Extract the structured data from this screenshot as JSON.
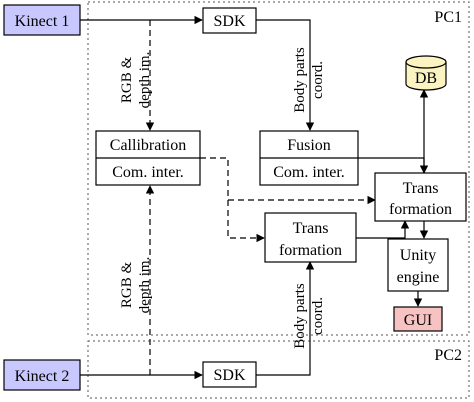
{
  "regions": {
    "pc1": {
      "label": "PC1"
    },
    "pc2": {
      "label": "PC2"
    }
  },
  "nodes": {
    "kinect1": {
      "label": "Kinect 1",
      "fill": "#c8c8ff"
    },
    "kinect2": {
      "label": "Kinect 2",
      "fill": "#c8c8ff"
    },
    "sdk_top": {
      "label": "SDK"
    },
    "sdk_bottom": {
      "label": "SDK"
    },
    "calibration": {
      "top": "Callibration",
      "bottom": "Com. inter."
    },
    "fusion": {
      "top": "Fusion",
      "bottom": "Com. inter."
    },
    "trans_mid": {
      "line1": "Trans",
      "line2": "formation"
    },
    "trans_right": {
      "line1": "Trans",
      "line2": "formation"
    },
    "unity": {
      "line1": "Unity",
      "line2": "engine"
    },
    "db": {
      "label": "DB",
      "fill": "#fbf3c0"
    },
    "gui": {
      "label": "GUI",
      "fill": "#f6c2c2"
    }
  },
  "edge_labels": {
    "rgb_top": {
      "line1": "RGB &",
      "line2": "depth im."
    },
    "rgb_bottom": {
      "line1": "RGB &",
      "line2": "depth im."
    },
    "body_top": {
      "line1": "Body parts",
      "line2": "coord."
    },
    "body_bottom": {
      "line1": "Body parts",
      "line2": "coord."
    }
  }
}
